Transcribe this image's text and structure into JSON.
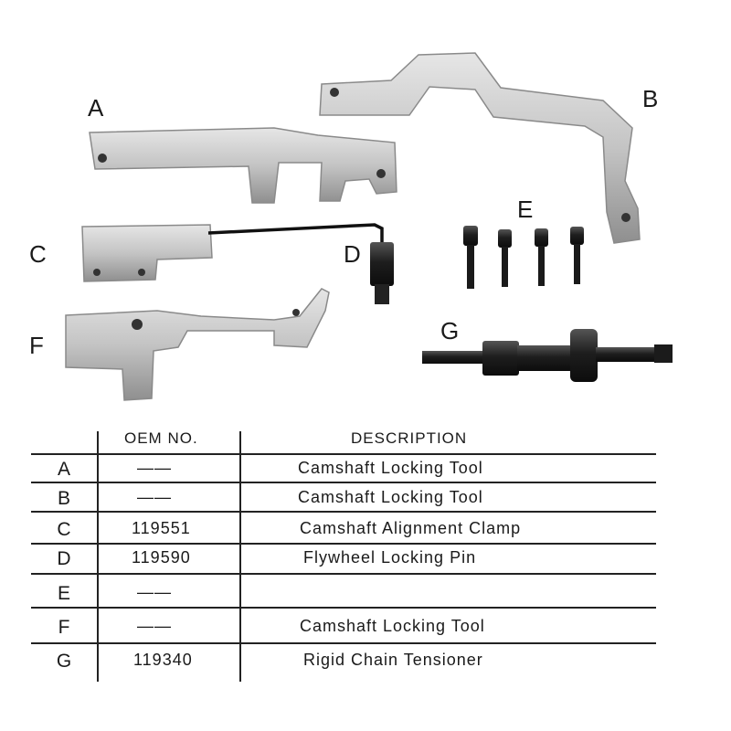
{
  "labels": {
    "a": "A",
    "b": "B",
    "c": "C",
    "d": "D",
    "e": "E",
    "f": "F",
    "g": "G"
  },
  "table": {
    "headers": {
      "oem": "OEM NO.",
      "description": "DESCRIPTION"
    },
    "rows": [
      {
        "letter": "A",
        "oem": "——",
        "description": "Camshaft Locking Tool"
      },
      {
        "letter": "B",
        "oem": "——",
        "description": "Camshaft Locking Tool"
      },
      {
        "letter": "C",
        "oem": "119551",
        "description": "Camshaft Alignment Clamp"
      },
      {
        "letter": "D",
        "oem": "119590",
        "description": "Flywheel Locking Pin"
      },
      {
        "letter": "E",
        "oem": "——",
        "description": ""
      },
      {
        "letter": "F",
        "oem": "——",
        "description": "Camshaft Locking Tool"
      },
      {
        "letter": "G",
        "oem": "119340",
        "description": "Rigid Chain Tensioner"
      }
    ]
  },
  "colors": {
    "metal": "#c9c9c9",
    "metal_dark": "#9a9a9a",
    "black_part": "#1c1c1c",
    "line": "#222222"
  }
}
